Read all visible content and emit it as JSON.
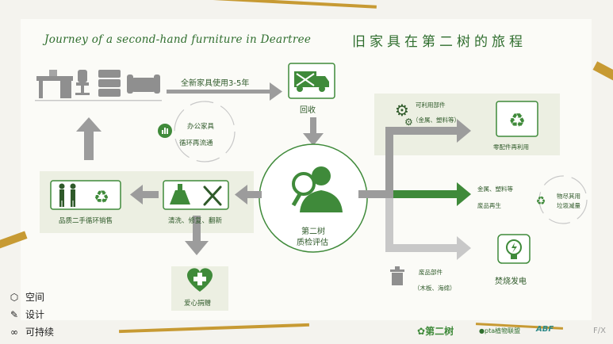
{
  "title": {
    "english": "Journey of a second-hand furniture in Deartree",
    "chinese": "旧家具在第二树的旅程"
  },
  "labels": {
    "new_furniture_usage": "全新家具使用3-5年",
    "recycle": "回收",
    "office_furniture": "办公家具",
    "recycle_flow": "循环再流通",
    "inspection_line1": "第二树",
    "inspection_line2": "质检评估",
    "quality_resale": "品质二手循环销售",
    "clean_repair": "清洗、修复、翻新",
    "charity": "爱心捐赠",
    "usable_parts": "可利用部件",
    "usable_parts_detail": "（金属、塑料等）",
    "parts_reuse": "零配件再利用",
    "metal_plastic": "金属、塑料等",
    "waste_regeneration": "废品再生",
    "material_use_line1": "物尽其用",
    "material_use_line2": "垃圾减量",
    "waste_parts": "废品部件",
    "waste_parts_detail": "（木板、海绵）",
    "incineration_power": "焚烧发电"
  },
  "footer": {
    "items": [
      "空间",
      "设计",
      "可持续"
    ]
  },
  "logos": {
    "deartree": "第二树",
    "pta": "pta植物联盟",
    "abf": "ABF",
    "partial": "F∕X"
  },
  "colors": {
    "green": "#3f8a3a",
    "dark_green": "#2f6e2e",
    "gray_arrow": "#9c9c9c",
    "gold": "#c79a33"
  }
}
